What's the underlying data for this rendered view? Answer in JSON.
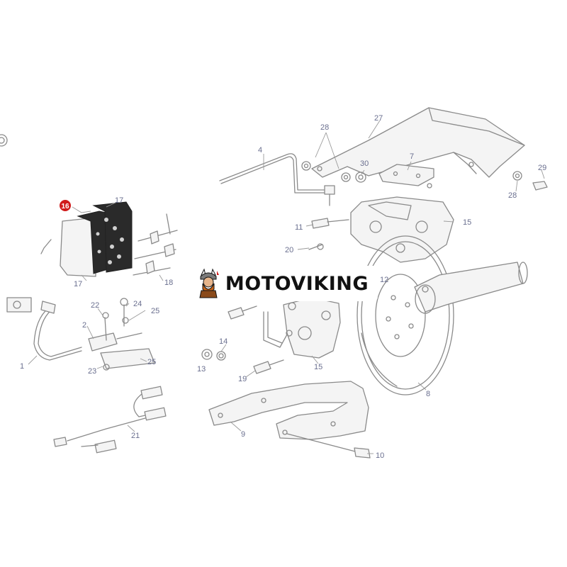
{
  "watermark": {
    "text": "MOTOVIKING"
  },
  "callouts": [
    "1",
    "2",
    "4",
    "7",
    "8",
    "9",
    "10",
    "11",
    "12",
    "13",
    "14",
    "15",
    "15",
    "16",
    "17",
    "17",
    "18",
    "19",
    "20",
    "21",
    "22",
    "23",
    "24",
    "25",
    "25",
    "27",
    "28",
    "28",
    "29",
    "30"
  ],
  "highlighted_callout": "16",
  "colors": {
    "line": "#8a8a8a",
    "callout_text": "#6a6f8f",
    "highlight": "#d01a1a"
  }
}
